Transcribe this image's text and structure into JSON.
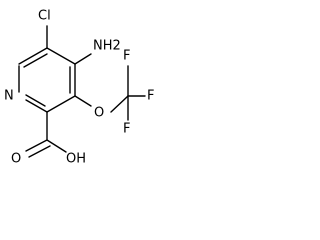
{
  "molecule": {
    "atom_labels": {
      "chlorine": "Cl",
      "amino": "NH2",
      "ring_nitrogen": "N",
      "ether_oxygen": "O",
      "fluorine_1": "F",
      "fluorine_2": "F",
      "fluorine_3": "F",
      "carbonyl_oxygen": "O",
      "hydroxyl": "OH"
    }
  }
}
